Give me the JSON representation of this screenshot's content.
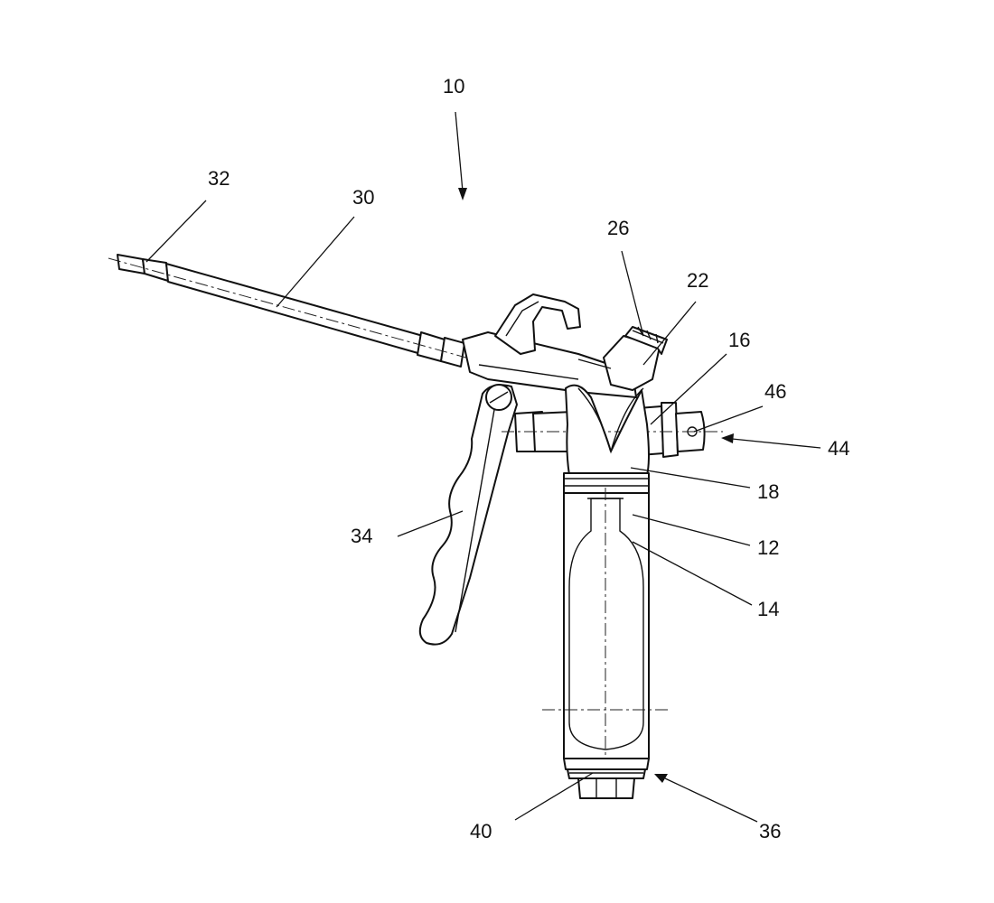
{
  "figure": {
    "reference_numerals": {
      "device": "10",
      "housing": "12",
      "cartridge": "14",
      "part_16": "16",
      "part_18": "18",
      "part_22": "22",
      "part_26": "26",
      "tube": "30",
      "tip": "32",
      "trigger": "34",
      "bottom_assembly": "36",
      "bottom_nut": "40",
      "side_assembly": "44",
      "pin": "46"
    },
    "colors": {
      "line": "#111111",
      "background": "#ffffff"
    }
  }
}
